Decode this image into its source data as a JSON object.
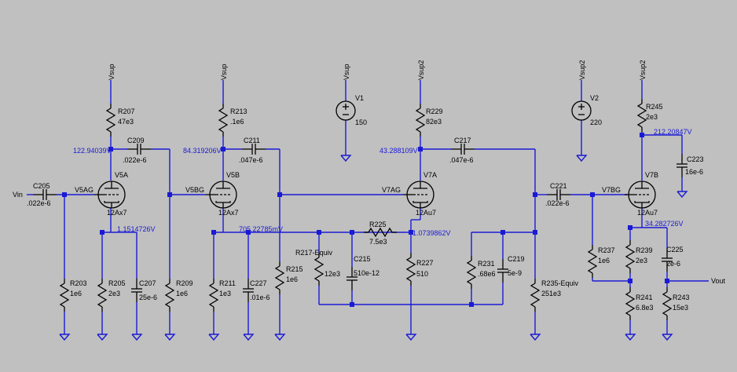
{
  "circuit": {
    "input_label": "Vin",
    "output_label": "Vout",
    "nets": {
      "v5ag": "V5AG",
      "v5bg": "V5BG",
      "v7ag": "V7AG",
      "v7bg": "V7BG"
    },
    "supplies": {
      "vsup": "Vsup",
      "vsup2": "Vsup2"
    },
    "sources": [
      {
        "name": "V1",
        "value": "150"
      },
      {
        "name": "V2",
        "value": "220"
      }
    ],
    "tubes": [
      {
        "name": "V5A",
        "type": "12Ax7"
      },
      {
        "name": "V5B",
        "type": "12Ax7"
      },
      {
        "name": "V7A",
        "type": "12Au7"
      },
      {
        "name": "V7B",
        "type": "12Au7"
      }
    ],
    "resistors": [
      {
        "name": "R207",
        "value": "47e3"
      },
      {
        "name": "R213",
        "value": ".1e6"
      },
      {
        "name": "R229",
        "value": "82e3"
      },
      {
        "name": "R245",
        "value": "2e3"
      },
      {
        "name": "R203",
        "value": "1e6"
      },
      {
        "name": "R205",
        "value": "2e3"
      },
      {
        "name": "R209",
        "value": "1e6"
      },
      {
        "name": "R211",
        "value": "1e3"
      },
      {
        "name": "R215",
        "value": "1e6"
      },
      {
        "name": "R217-Equiv",
        "value": "12e3"
      },
      {
        "name": "R225",
        "value": "7.5e3"
      },
      {
        "name": "R227",
        "value": "510"
      },
      {
        "name": "R231",
        "value": ".68e6"
      },
      {
        "name": "R235-Equiv",
        "value": "251e3"
      },
      {
        "name": "R237",
        "value": "1e6"
      },
      {
        "name": "R239",
        "value": "2e3"
      },
      {
        "name": "R241",
        "value": "6.8e3"
      },
      {
        "name": "R243",
        "value": "15e3"
      }
    ],
    "capacitors": [
      {
        "name": "C205",
        "value": ".022e-6"
      },
      {
        "name": "C209",
        "value": ".022e-6"
      },
      {
        "name": "C207",
        "value": "25e-6"
      },
      {
        "name": "C211",
        "value": ".047e-6"
      },
      {
        "name": "C227",
        "value": ".01e-6"
      },
      {
        "name": "C215",
        "value": "510e-12"
      },
      {
        "name": "C217",
        "value": ".047e-6"
      },
      {
        "name": "C219",
        "value": "5e-9"
      },
      {
        "name": "C221",
        "value": ".022e-6"
      },
      {
        "name": "C223",
        "value": "16e-6"
      },
      {
        "name": "C225",
        "value": "2e-6"
      }
    ],
    "voltages": [
      {
        "name": "v5a-plate",
        "value": "122.94039V"
      },
      {
        "name": "v5a-cathode",
        "value": "1.1514726V"
      },
      {
        "name": "v5b-plate",
        "value": "84.319206V"
      },
      {
        "name": "v5b-cathode",
        "value": "705.22785mV"
      },
      {
        "name": "v7a-plate",
        "value": "43.288109V"
      },
      {
        "name": "v7a-cathode",
        "value": "1.0739862V"
      },
      {
        "name": "v7b-supply",
        "value": "212.20847V"
      },
      {
        "name": "v7b-cathode",
        "value": "34.282726V"
      }
    ]
  },
  "colors": {
    "background": "#c0c0c0",
    "wire": "#1a1ad6",
    "component": "#000000",
    "voltage": "#1a1ad6"
  }
}
